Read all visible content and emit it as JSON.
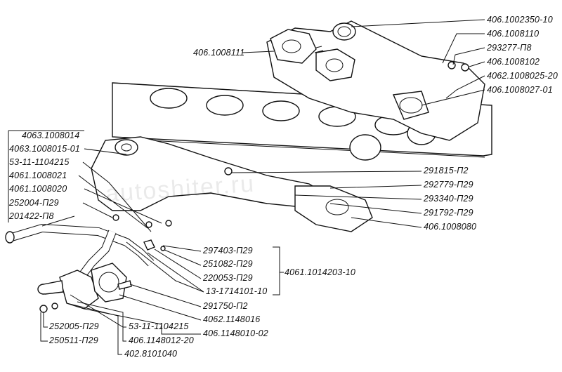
{
  "watermark": "autoshiter.ru",
  "labels": {
    "top_right": [
      "406.1002350-10",
      "406.1008110",
      "293277-П8",
      "406.1008102",
      "4062.1008025-20",
      "406.1008027-01"
    ],
    "top_center": "406.1008111",
    "left": [
      "4063.1008014",
      "4063.1008015-01",
      "53-11-1104215",
      "4061.1008021",
      "4061.1008020",
      "252004-П29",
      "201422-П8"
    ],
    "right_mid": [
      "291815-П2",
      "292779-П29",
      "293340-П29",
      "291792-П29",
      "406.1008080"
    ],
    "bracket_group": [
      "297403-П29",
      "251082-П29",
      "220053-П29",
      "13-1714101-10"
    ],
    "bracket_group_assembly": "4061.1014203-10",
    "lower_right": [
      "291750-П2",
      "4062.1148016",
      "406.1148010-02"
    ],
    "bottom": [
      "252005-П29",
      "250511-П29",
      "53-11-1104215",
      "406.1148012-20",
      "402.8101040"
    ]
  }
}
